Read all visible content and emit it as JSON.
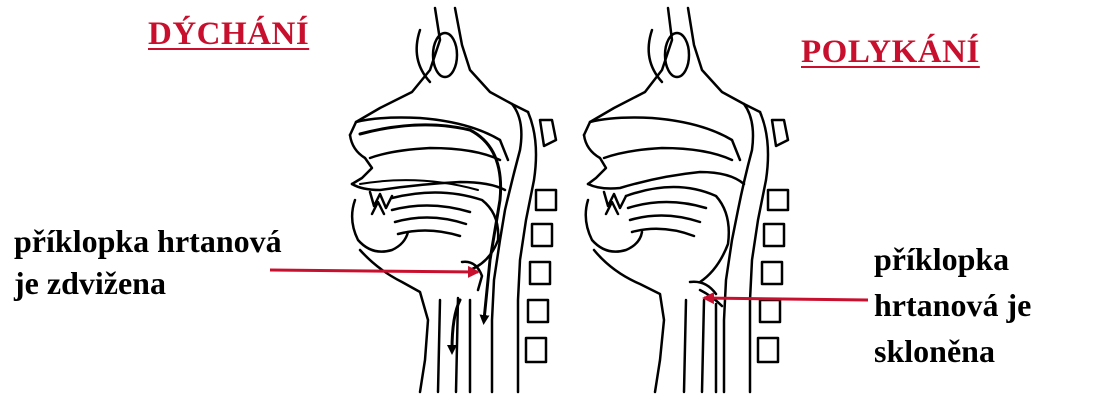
{
  "left_panel": {
    "heading": "DÝCHÁNÍ",
    "label_line1": "příklopka hrtanová",
    "label_line2": "je zdvižena"
  },
  "right_panel": {
    "heading": "POLYKÁNÍ",
    "label_line1": "příklopka",
    "label_line2": "hrtanová je",
    "label_line3": "skloněna"
  },
  "colors": {
    "heading": "#c8102e",
    "pointer_arrow": "#c8102e",
    "line_art": "#000000"
  }
}
